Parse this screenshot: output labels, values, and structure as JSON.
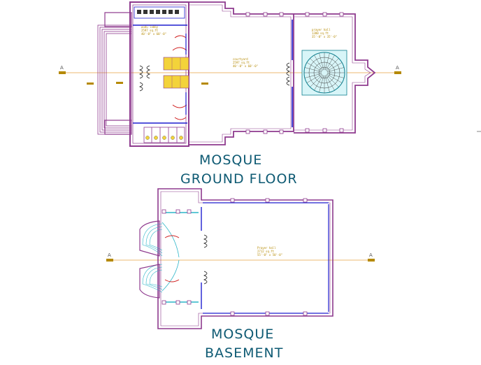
{
  "titles": {
    "ground_line1": "MOSQUE",
    "ground_line2": "GROUND FLOOR",
    "basement_line1": "MOSQUE",
    "basement_line2": "BASEMENT"
  },
  "section_marker": "A",
  "rooms": {
    "ground_lobby": {
      "name": "wudu lobby",
      "area": "2597 sq.ft",
      "size": "40'-0\" x 60'-0\""
    },
    "ground_courtyard": {
      "name": "courtyard",
      "area": "2597 sq.ft",
      "size": "40'-0\" x 60'-0\""
    },
    "ground_prayer": {
      "name": "prayer hall",
      "area": "1380 sq.ft",
      "size": "35'-0\" x 35'-0\""
    },
    "basement_prayer": {
      "name": "Prayer hall",
      "area": "2712 sq.ft",
      "size": "55'-0\" x 50'-0\""
    }
  },
  "colors": {
    "wall_outer": "#8e3a8e",
    "wall_blue": "#1f1fcf",
    "axis": "#e8a040",
    "stair": "#f3d33a",
    "dome": "#0e7f8f",
    "title": "#0e5a73"
  }
}
